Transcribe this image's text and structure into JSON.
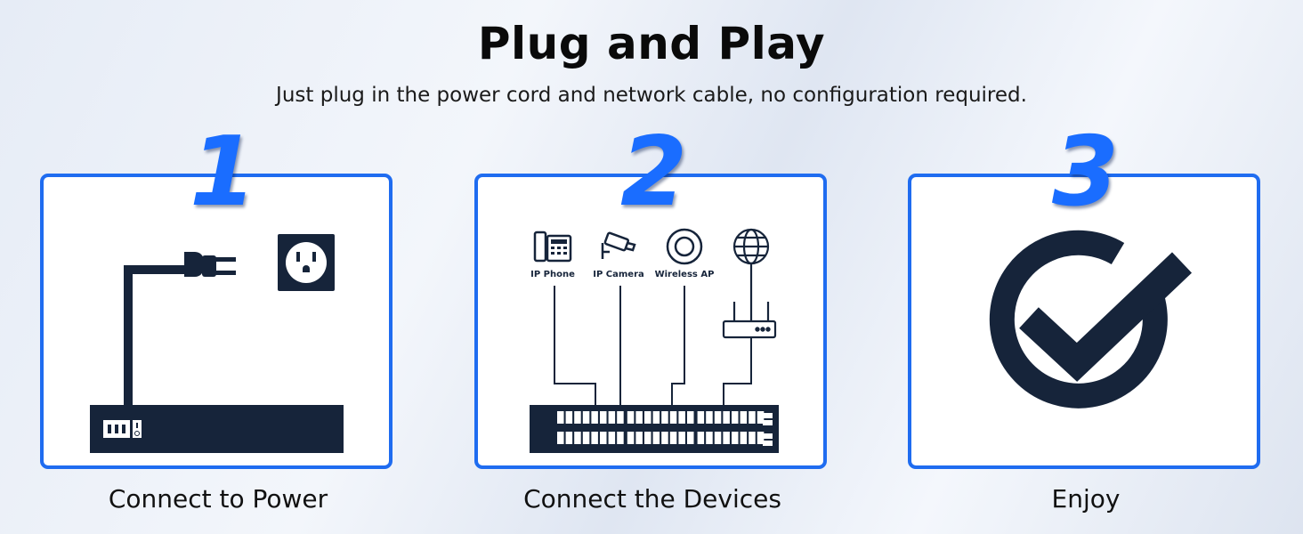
{
  "header": {
    "title": "Plug and Play",
    "subtitle": "Just plug in the power cord and network cable, no configuration required."
  },
  "steps": [
    {
      "number": "1",
      "caption": "Connect to Power",
      "icon": "power-plug-icon"
    },
    {
      "number": "2",
      "caption": "Connect the Devices",
      "icon": "network-switch-icon"
    },
    {
      "number": "3",
      "caption": "Enjoy",
      "icon": "checkmark-icon"
    }
  ],
  "devices": [
    "IP Phone",
    "IP Camera",
    "Wireless AP"
  ],
  "colors": {
    "accent": "#1a6dff",
    "border": "#1f6cf0",
    "navy": "#16243a"
  }
}
